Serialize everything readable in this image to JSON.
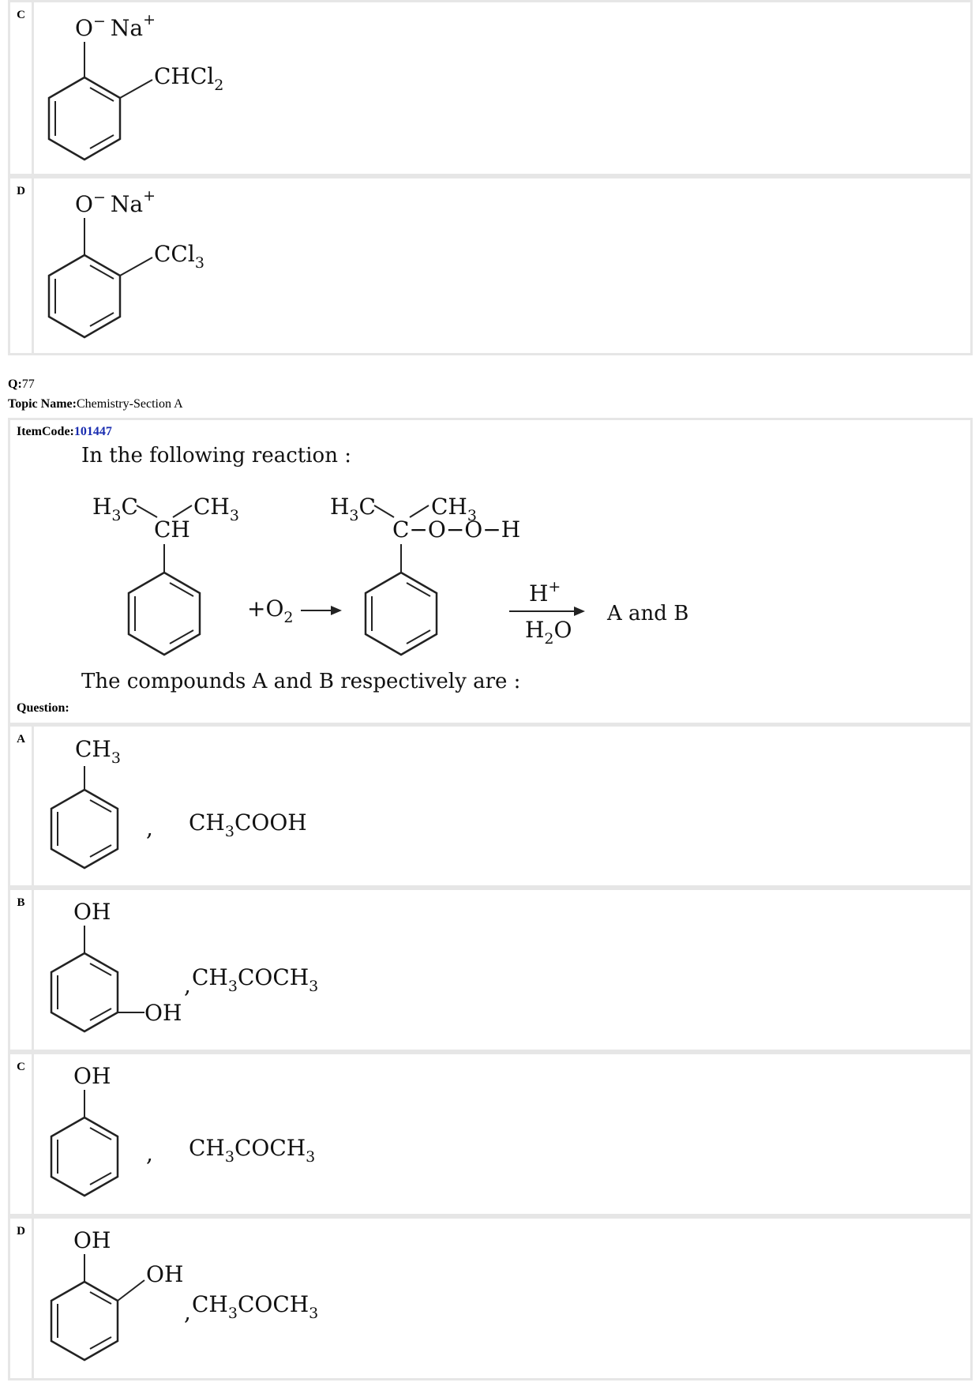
{
  "prev_options": [
    {
      "letter": "C",
      "substituent": "CHCl",
      "sub_n": "2",
      "top_group": "O",
      "charge_neg": "−",
      "counter_ion": "Na",
      "charge_pos": "+"
    },
    {
      "letter": "D",
      "substituent": "CCl",
      "sub_n": "3",
      "top_group": "O",
      "charge_neg": "−",
      "counter_ion": "Na",
      "charge_pos": "+"
    }
  ],
  "question": {
    "number_label": "Q:",
    "number": "77",
    "topic_label": "Topic Name:",
    "topic": "Chemistry-Section A",
    "itemcode_label": "ItemCode:",
    "itemcode": "101447",
    "stem_intro": "In the following reaction :",
    "stem_question": "The compounds A and B respectively are :",
    "question_label": "Question:",
    "reaction": {
      "reactant_left_methyl": "H",
      "reactant_left_methyl_n": "3",
      "reactant_left_methyl_c": "C",
      "reactant_right_methyl": "CH",
      "reactant_right_methyl_n": "3",
      "reactant_center": "CH",
      "reagent": "+O",
      "reagent_n": "2",
      "product_left_methyl": "H",
      "product_left_methyl_n": "3",
      "product_left_methyl_c": "C",
      "product_right_methyl": "CH",
      "product_right_methyl_n": "3",
      "product_chain": "C−O−O−H",
      "catalyst_top": "H",
      "catalyst_top_sup": "+",
      "catalyst_bottom": "H",
      "catalyst_bottom_n": "2",
      "catalyst_bottom_o": "O",
      "result": "A and B"
    }
  },
  "options": [
    {
      "letter": "A",
      "top_group": "CH",
      "top_n": "3",
      "comma": ",",
      "second": "CH",
      "second_n": "3",
      "second_rest": "COOH"
    },
    {
      "letter": "B",
      "top_group": "OH",
      "meta_group": "OH",
      "comma": ",",
      "second": "CH",
      "second_n": "3",
      "second_mid": "COCH",
      "second_n2": "3"
    },
    {
      "letter": "C",
      "top_group": "OH",
      "comma": ",",
      "second": "CH",
      "second_n": "3",
      "second_mid": "COCH",
      "second_n2": "3"
    },
    {
      "letter": "D",
      "top_group": "OH",
      "ortho_group": "OH",
      "comma": ",",
      "second": "CH",
      "second_n": "3",
      "second_mid": "COCH",
      "second_n2": "3"
    }
  ]
}
